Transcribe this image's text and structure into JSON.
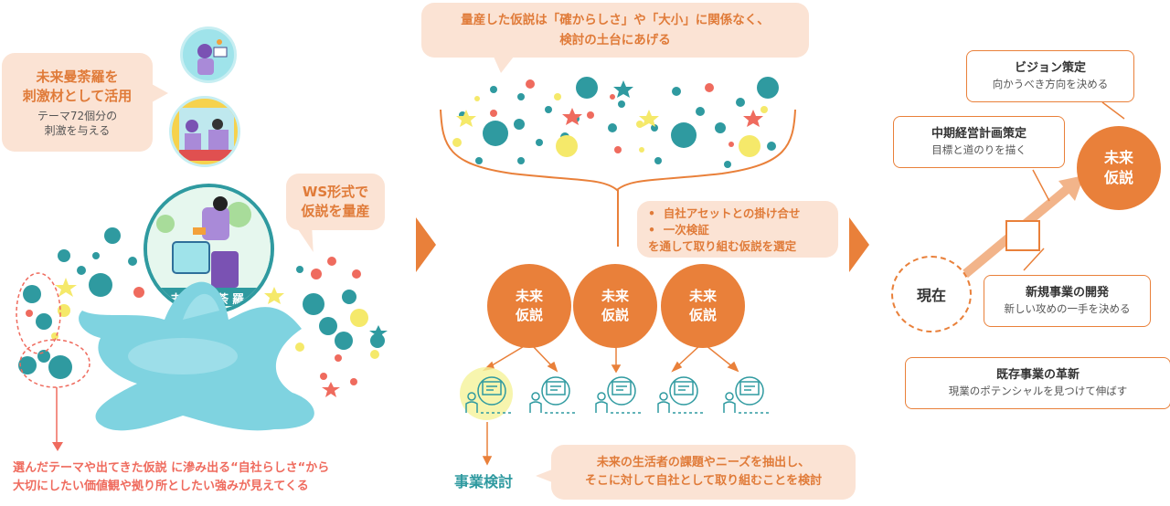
{
  "left": {
    "bubble_mandala": {
      "title": "未来曼荼羅を\n刺激材として活用",
      "sub": "テーマ72個分の\n刺激を与える"
    },
    "bubble_ws": {
      "title": "WS形式で\n仮説を量産"
    },
    "footer_text": "選んだテーマや出てきた仮説 に滲み出る“自社らしさ“から\n大切にしたい価値観や拠り所としたい強みが見えてくる",
    "sign_text": "未来曼荼羅"
  },
  "middle": {
    "top_bubble": "量産した仮説は「確からしさ」や「大小」に関係なく、\n検討の土台にあげる",
    "select_bubble": {
      "bullets": [
        "自社アセットとの掛け合せ",
        "一次検証"
      ],
      "tail": "を通して取り組む仮説を選定"
    },
    "hypotheses": [
      "未来\n仮説",
      "未来\n仮説",
      "未来\n仮説"
    ],
    "study_label": "事業検討",
    "study_bubble": "未来の生活者の課題やニーズを抽出し、\nそこに対して自社として取り組むことを検討"
  },
  "right": {
    "vision": {
      "title": "ビジョン策定",
      "sub": "向かうべき方向を決める"
    },
    "midterm": {
      "title": "中期経営計画策定",
      "sub": "目標と道のりを描く"
    },
    "newbiz": {
      "title": "新規事業の開発",
      "sub": "新しい攻めの一手を決める"
    },
    "existing": {
      "title": "既存事業の革新",
      "sub": "現業のポテンシャルを見つけて伸ばす"
    },
    "current": "現在",
    "future": "未来\n仮説"
  },
  "colors": {
    "orange": "#e9803a",
    "teal": "#2f9aa0",
    "peach": "#fbe3d4",
    "yellow": "#f5e96a",
    "coral": "#ef6b5e",
    "splash": "#7fd3e0"
  }
}
